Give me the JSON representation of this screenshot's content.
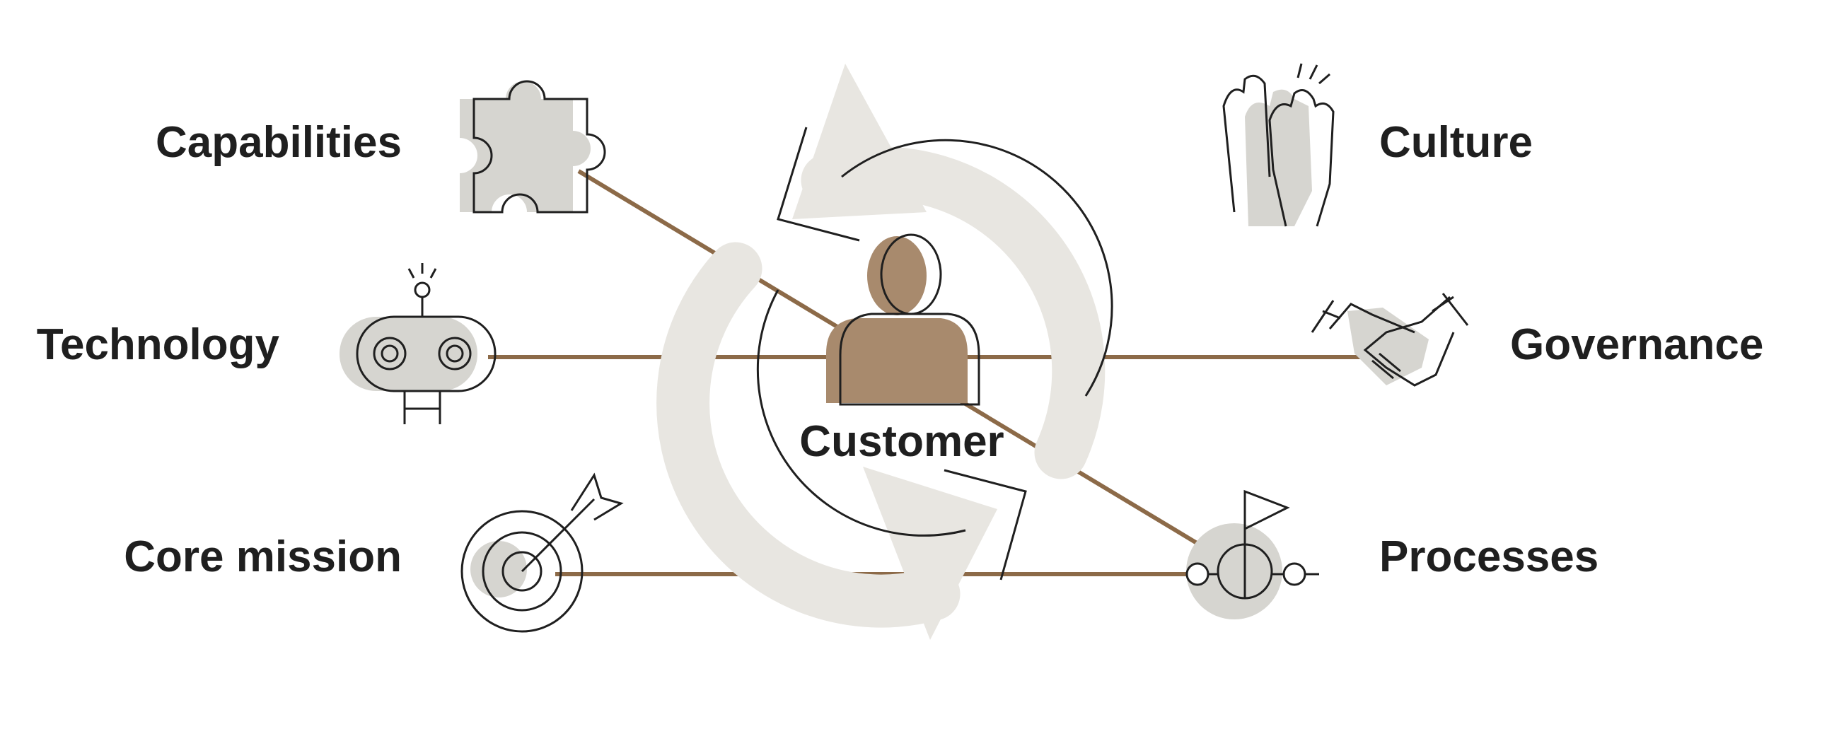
{
  "diagram": {
    "center": {
      "label": "Customer",
      "icon": "person-icon"
    },
    "nodes": [
      {
        "id": "capabilities",
        "label": "Capabilities",
        "icon": "puzzle-piece-icon"
      },
      {
        "id": "technology",
        "label": "Technology",
        "icon": "robot-icon"
      },
      {
        "id": "core-mission",
        "label": "Core mission",
        "icon": "target-arrow-icon"
      },
      {
        "id": "culture",
        "label": "Culture",
        "icon": "high-five-hands-icon"
      },
      {
        "id": "governance",
        "label": "Governance",
        "icon": "handshake-icon"
      },
      {
        "id": "processes",
        "label": "Processes",
        "icon": "process-flag-icon"
      }
    ],
    "cycle_icon": "circular-arrows-icon"
  },
  "colors": {
    "connector": "#8c6a48",
    "person": "#a88a6d",
    "icon_fill": "#d6d5d0",
    "arrow": "#e8e6e1",
    "stroke": "#1f1f1f",
    "text": "#1f1f1f"
  }
}
